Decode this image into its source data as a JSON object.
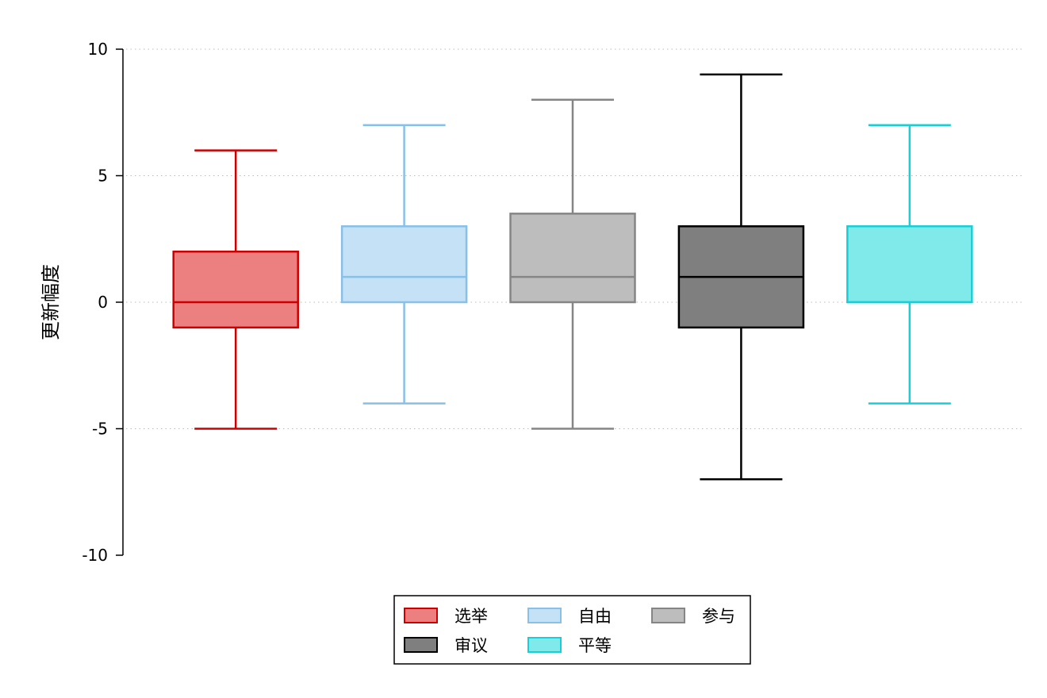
{
  "chart_data": {
    "type": "box",
    "ylabel": "更新幅度",
    "xlabel": "",
    "title": "",
    "ylim": [
      -10,
      10
    ],
    "yticks": [
      -10,
      -5,
      0,
      5,
      10
    ],
    "grid": true,
    "legend_placement": "bottom-center",
    "series": [
      {
        "name": "选举",
        "min": -5,
        "q1": -1,
        "median": 0,
        "q3": 2,
        "max": 6,
        "stroke": "#cc0000",
        "fill": "#ec8080"
      },
      {
        "name": "自由",
        "min": -4,
        "q1": 0,
        "median": 1,
        "q3": 3,
        "max": 7,
        "stroke": "#88c0e8",
        "fill": "#c4e1f5"
      },
      {
        "name": "参与",
        "min": -5,
        "q1": 0,
        "median": 1,
        "q3": 3.5,
        "max": 8,
        "stroke": "#858585",
        "fill": "#bdbdbd"
      },
      {
        "name": "审议",
        "min": -7,
        "q1": -1,
        "median": 1,
        "q3": 3,
        "max": 9,
        "stroke": "#000000",
        "fill": "#7f7f7f"
      },
      {
        "name": "平等",
        "min": -4,
        "q1": 0,
        "median": 0,
        "q3": 3,
        "max": 7,
        "stroke": "#17cfd6",
        "fill": "#80eaea"
      }
    ]
  }
}
